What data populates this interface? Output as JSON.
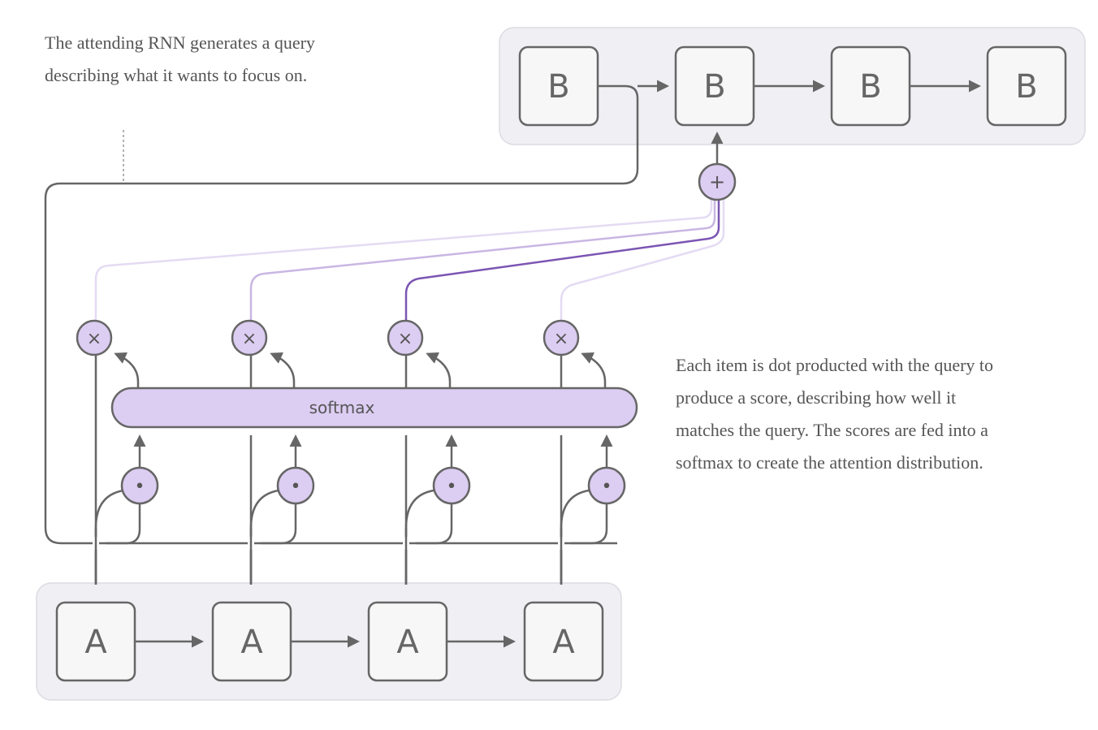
{
  "annotations": {
    "query_note": "The attending RNN generates a query describing what it wants to focus on.",
    "score_note": "Each item is dot producted with the query to produce a score, describing how well it matches the query. The scores are fed into a softmax to create the attention distribution."
  },
  "decoder": {
    "cells": [
      "B",
      "B",
      "B",
      "B"
    ]
  },
  "encoder": {
    "cells": [
      "A",
      "A",
      "A",
      "A"
    ]
  },
  "softmax_label": "softmax",
  "ops": {
    "dot_symbol": "•",
    "multiply_symbol": "×",
    "sum_symbol": "+"
  },
  "colors": {
    "accent": "#7c55b3",
    "accent_light": "#dccdf2",
    "container": "#f0eff4",
    "stroke": "#666666"
  }
}
